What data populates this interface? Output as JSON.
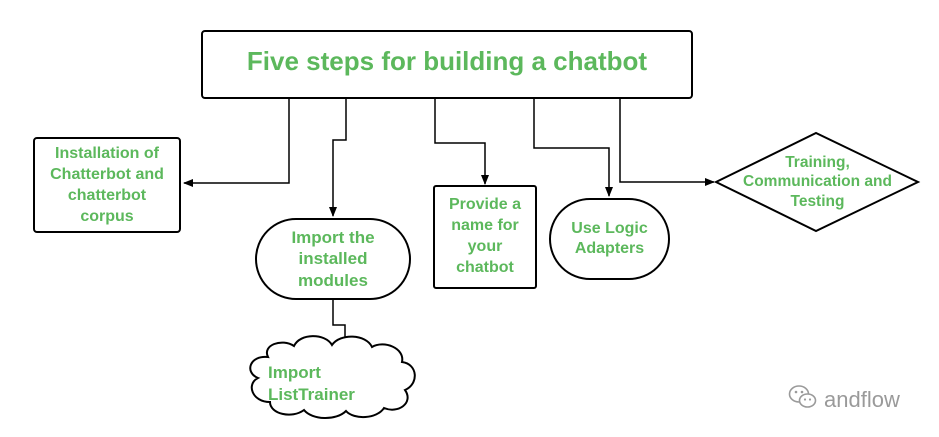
{
  "title": "Five steps for building a chatbot",
  "steps": [
    {
      "label": "Installation of\nChatterbot and\nchatterbot\ncorpus",
      "shape": "rectangle"
    },
    {
      "label": "Import the\ninstalled\nmodules",
      "shape": "rounded"
    },
    {
      "label": "Import\nListTrainer",
      "shape": "cloud"
    },
    {
      "label": "Provide a\nname for\nyour\nchatbot",
      "shape": "rectangle"
    },
    {
      "label": "Use Logic\nAdapters",
      "shape": "rounded"
    },
    {
      "label": "Training,\nCommunication and\nTesting",
      "shape": "diamond"
    }
  ],
  "watermark": {
    "text": "andflow",
    "icon": "wechat-icon"
  },
  "colors": {
    "text": "#5cb85c",
    "stroke": "#000000",
    "watermark": "#9a9a9a"
  }
}
